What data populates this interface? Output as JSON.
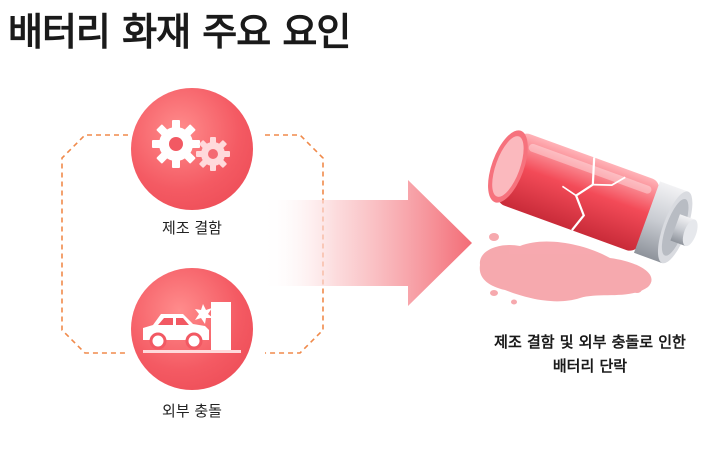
{
  "title": "배터리 화재 주요 요인",
  "causes": [
    {
      "label": "제조 결함",
      "icon": "gears-icon"
    },
    {
      "label": "외부 충돌",
      "icon": "car-crash-icon"
    }
  ],
  "result": {
    "line1": "제조 결함 및 외부 충돌로 인한",
    "line2": "배터리 단락",
    "icon": "cracked-battery-icon"
  },
  "colors": {
    "accent": "#f0515c",
    "accent_light": "#ff8c8c",
    "bracket": "#f08a4b",
    "liquid": "#f6a0a6"
  }
}
